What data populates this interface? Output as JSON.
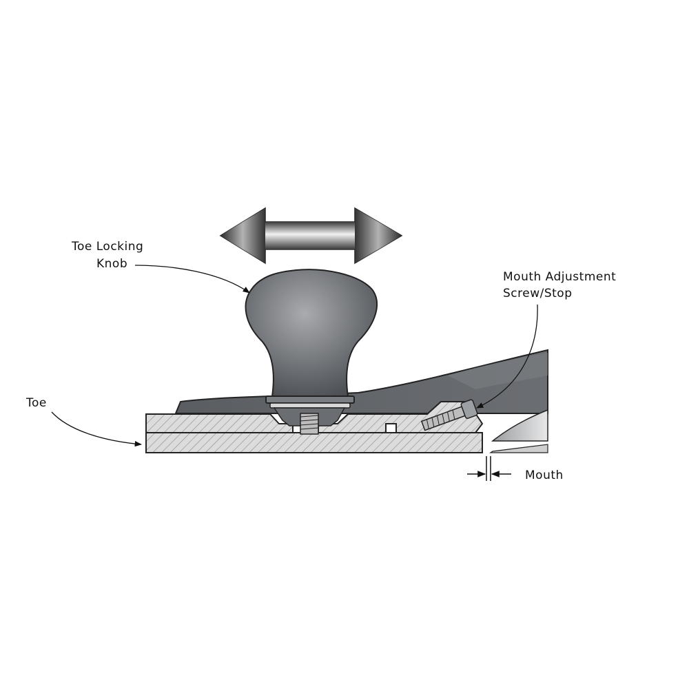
{
  "labels": {
    "toe_locking_knob_line1": "Toe Locking",
    "toe_locking_knob_line2": "Knob",
    "toe": "Toe",
    "mouth_adjustment_line1": "Mouth Adjustment",
    "mouth_adjustment_line2": "Screw/Stop",
    "mouth": "Mouth"
  },
  "colors": {
    "metal_dark": "#55585c",
    "metal_light": "#e8e8e8",
    "hatch_fill": "#dcdcdc",
    "outline": "#222222"
  },
  "icons": {
    "motion_arrow": "double-headed-arrow"
  }
}
